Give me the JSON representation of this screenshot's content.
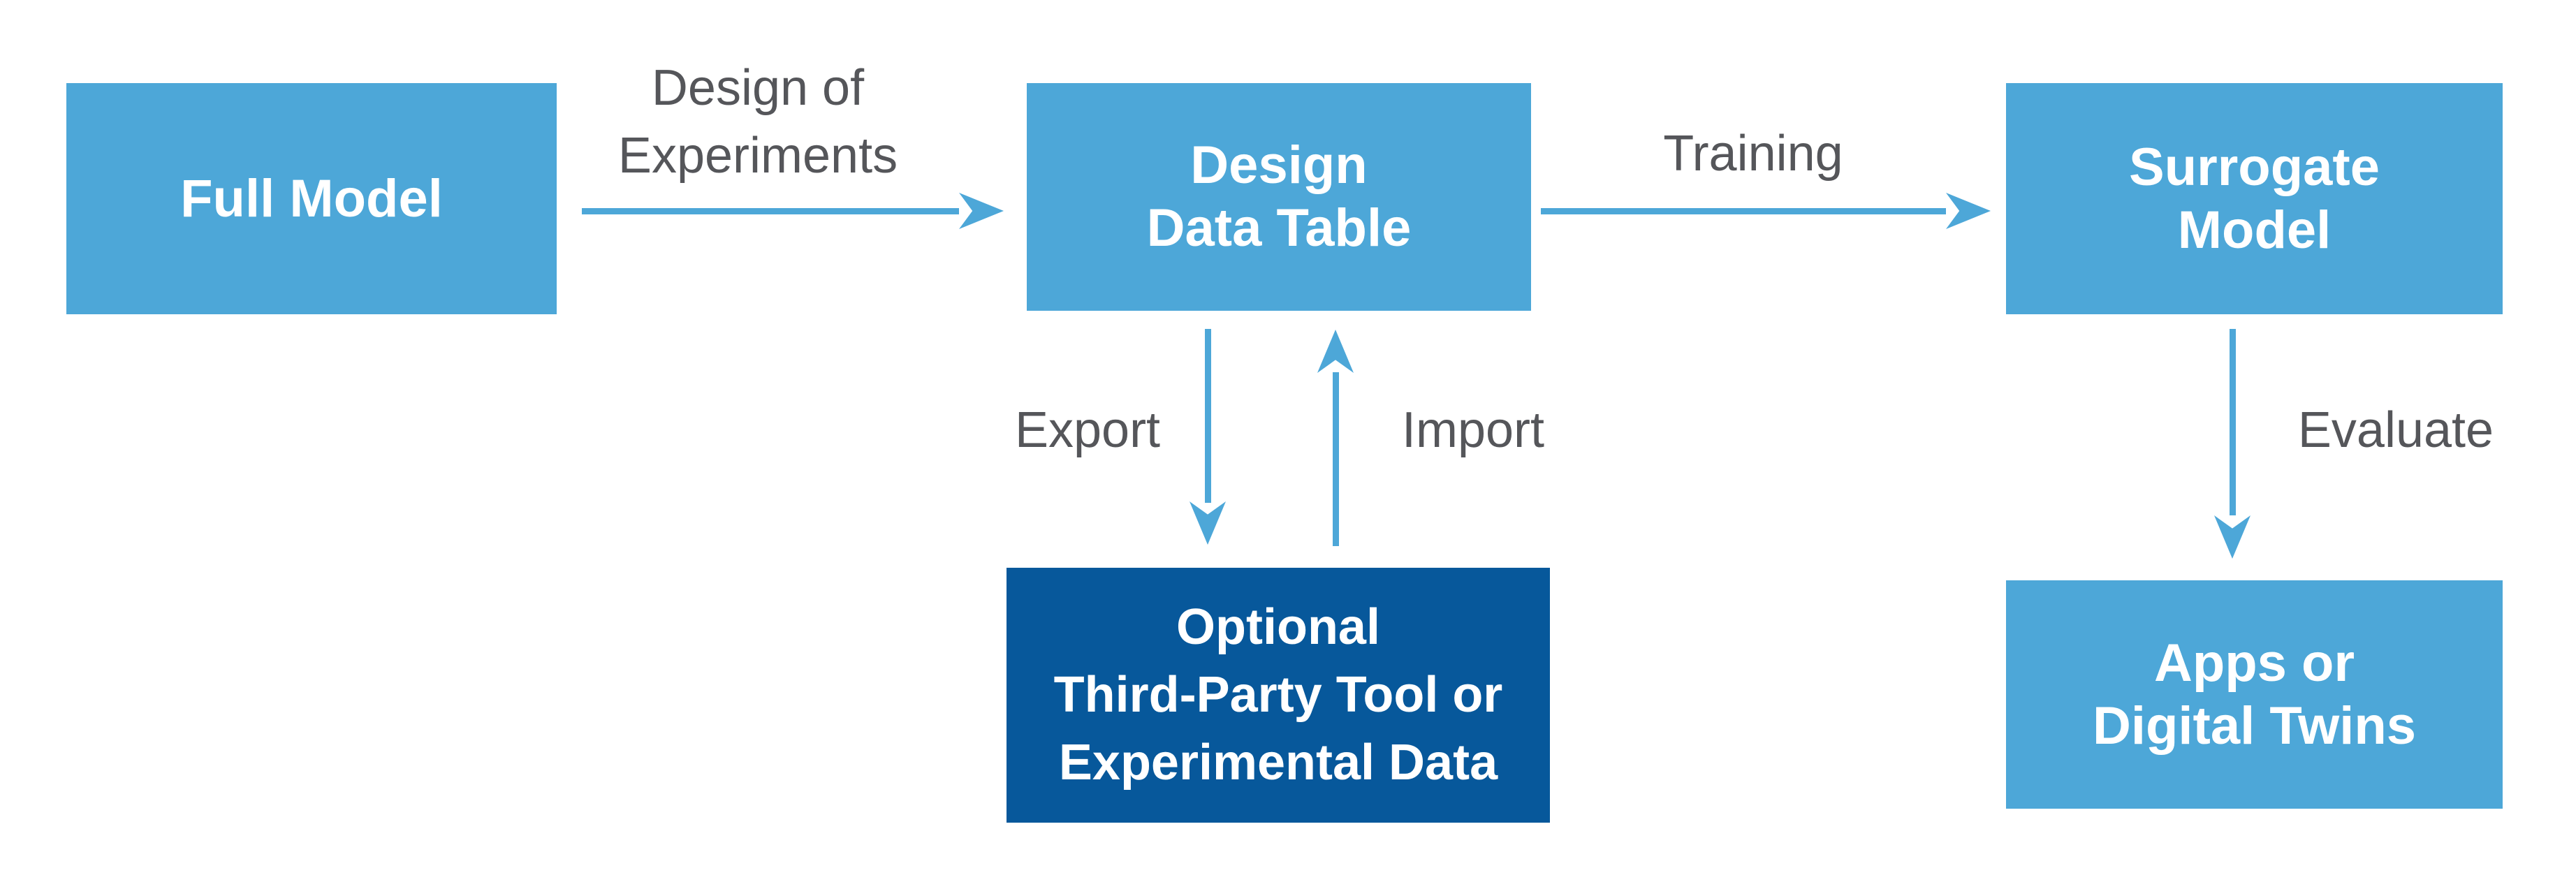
{
  "colors": {
    "box_blue": "#4DA7D8",
    "box_dark_blue": "#07589B",
    "arrow_blue": "#4DA7D8",
    "label_gray": "#55565A",
    "text_white": "#FFFFFF",
    "bg": "#FFFFFF"
  },
  "boxes": {
    "full_model": {
      "label": "Full Model"
    },
    "design_data_table": {
      "line1": "Design",
      "line2": "Data Table"
    },
    "surrogate_model": {
      "line1": "Surrogate",
      "line2": "Model"
    },
    "third_party": {
      "line1": "Optional",
      "line2": "Third-Party Tool or",
      "line3": "Experimental Data"
    },
    "apps_twins": {
      "line1": "Apps or",
      "line2": "Digital Twins"
    }
  },
  "labels": {
    "doe_line1": "Design of",
    "doe_line2": "Experiments",
    "training": "Training",
    "export": "Export",
    "import": "Import",
    "evaluate": "Evaluate"
  }
}
